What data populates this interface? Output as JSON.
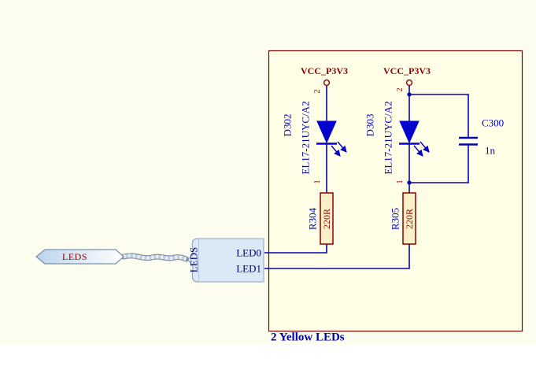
{
  "title": "2 Yellow LEDs",
  "colors": {
    "background": "#FDFDEF",
    "sheet_fill": "#FFFFE8",
    "sheet_border": "#7A0000",
    "wire_blue": "#0404AC",
    "designator_blue": "#0202C8",
    "maroon": "#8B0000",
    "resistor_fill": "#FCF0C8",
    "harness_fill": "#DBE9F7",
    "port_fill_light": "#C7DCF0"
  },
  "power": {
    "left_label": "VCC_P3V3",
    "right_label": "VCC_P3V3"
  },
  "led_left": {
    "designator": "D302",
    "part": "EL17-21UYC/A2",
    "pin_top": "2",
    "pin_bottom": "1"
  },
  "led_right": {
    "designator": "D303",
    "part": "EL17-21UYC/A2",
    "pin_top": "2",
    "pin_bottom": "1"
  },
  "resistor_left": {
    "designator": "R304",
    "value": "220R"
  },
  "resistor_right": {
    "designator": "R305",
    "value": "220R"
  },
  "capacitor": {
    "designator": "C300",
    "value": "1n"
  },
  "harness": {
    "type_label": "LEDS",
    "signals": [
      "LED0",
      "LED1"
    ]
  },
  "port": {
    "label": "LEDS"
  }
}
